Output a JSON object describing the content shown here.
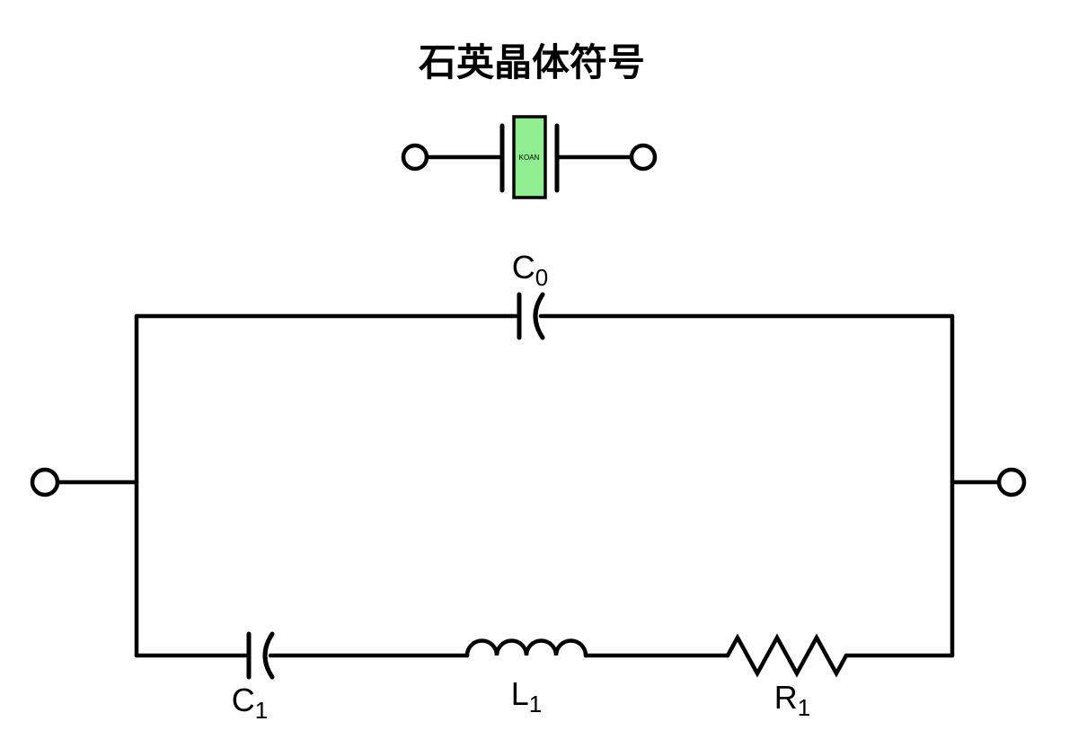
{
  "title": "石英晶体符号",
  "colors": {
    "line": "#000000",
    "crystal_fill": "#90EE90"
  },
  "crystal_symbol": {
    "brand": "KOAN"
  },
  "labels": {
    "c0": {
      "base": "C",
      "sub": "0"
    },
    "c1": {
      "base": "C",
      "sub": "1"
    },
    "l1": {
      "base": "L",
      "sub": "1"
    },
    "r1": {
      "base": "R",
      "sub": "1"
    }
  }
}
